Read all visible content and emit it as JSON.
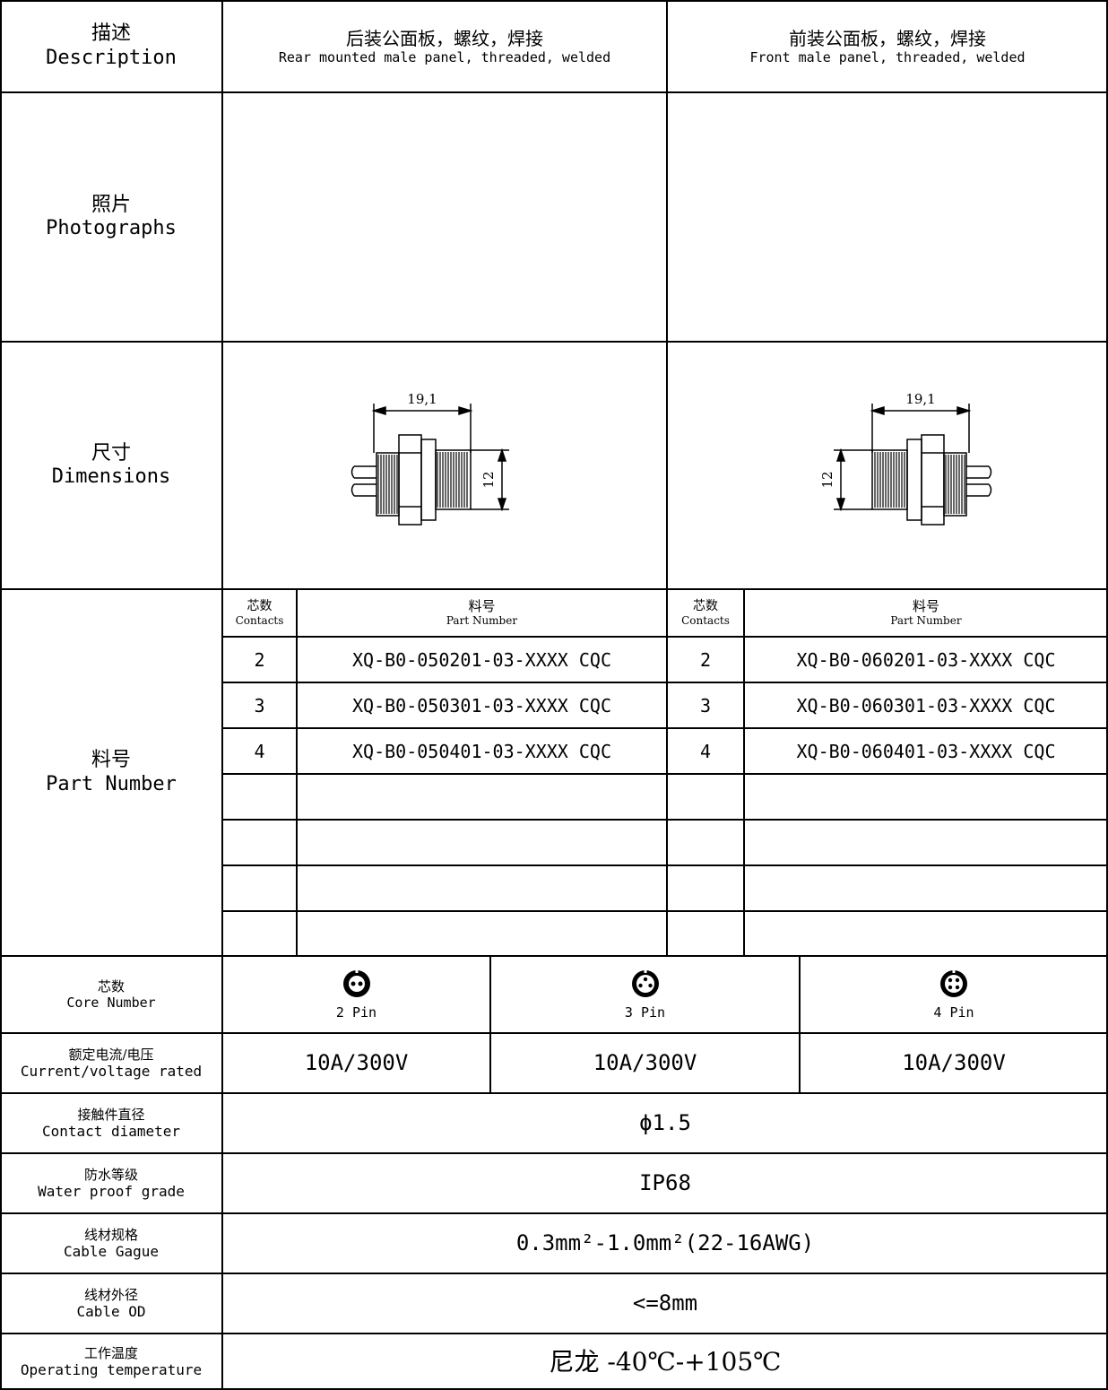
{
  "header": {
    "desc_cn": "描述",
    "desc_en": "Description",
    "col1_cn": "后装公面板，螺纹，焊接",
    "col1_en": "Rear mounted male panel, threaded, welded",
    "col2_cn": "前装公面板，螺纹，焊接",
    "col2_en": "Front male panel, threaded, welded"
  },
  "photos": {
    "label_cn": "照片",
    "label_en": "Photographs"
  },
  "dimensions": {
    "label_cn": "尺寸",
    "label_en": "Dimensions",
    "length": "19,1",
    "diameter": "12"
  },
  "part_number": {
    "label_cn": "料号",
    "label_en": "Part Number",
    "contacts_cn": "芯数",
    "contacts_en": "Contacts",
    "pn_cn": "料号",
    "pn_en": "Part Number",
    "left": [
      {
        "contacts": "2",
        "pn": "XQ-B0-050201-03-XXXX CQC"
      },
      {
        "contacts": "3",
        "pn": "XQ-B0-050301-03-XXXX CQC"
      },
      {
        "contacts": "4",
        "pn": "XQ-B0-050401-03-XXXX CQC"
      }
    ],
    "right": [
      {
        "contacts": "2",
        "pn": "XQ-B0-060201-03-XXXX CQC"
      },
      {
        "contacts": "3",
        "pn": "XQ-B0-060301-03-XXXX CQC"
      },
      {
        "contacts": "4",
        "pn": "XQ-B0-060401-03-XXXX CQC"
      }
    ]
  },
  "specs": {
    "core": {
      "cn": "芯数",
      "en": "Core Number",
      "pins": [
        "2 Pin",
        "3 Pin",
        "4 Pin"
      ]
    },
    "current": {
      "cn": "额定电流/电压",
      "en": "Current/voltage rated",
      "values": [
        "10A/300V",
        "10A/300V",
        "10A/300V"
      ]
    },
    "contact_dia": {
      "cn": "接触件直径",
      "en": "Contact diameter",
      "value": "ϕ1.5"
    },
    "waterproof": {
      "cn": "防水等级",
      "en": "Water proof grade",
      "value": "IP68"
    },
    "cable_gauge": {
      "cn": "线材规格",
      "en": "Cable Gague",
      "value": "0.3mm²-1.0mm²(22-16AWG)"
    },
    "cable_od": {
      "cn": "线材外径",
      "en": "Cable OD",
      "value": "<=8mm"
    },
    "temp": {
      "cn": "工作温度",
      "en": "Operating temperature",
      "value": "尼龙 -40℃-+105℃"
    }
  }
}
